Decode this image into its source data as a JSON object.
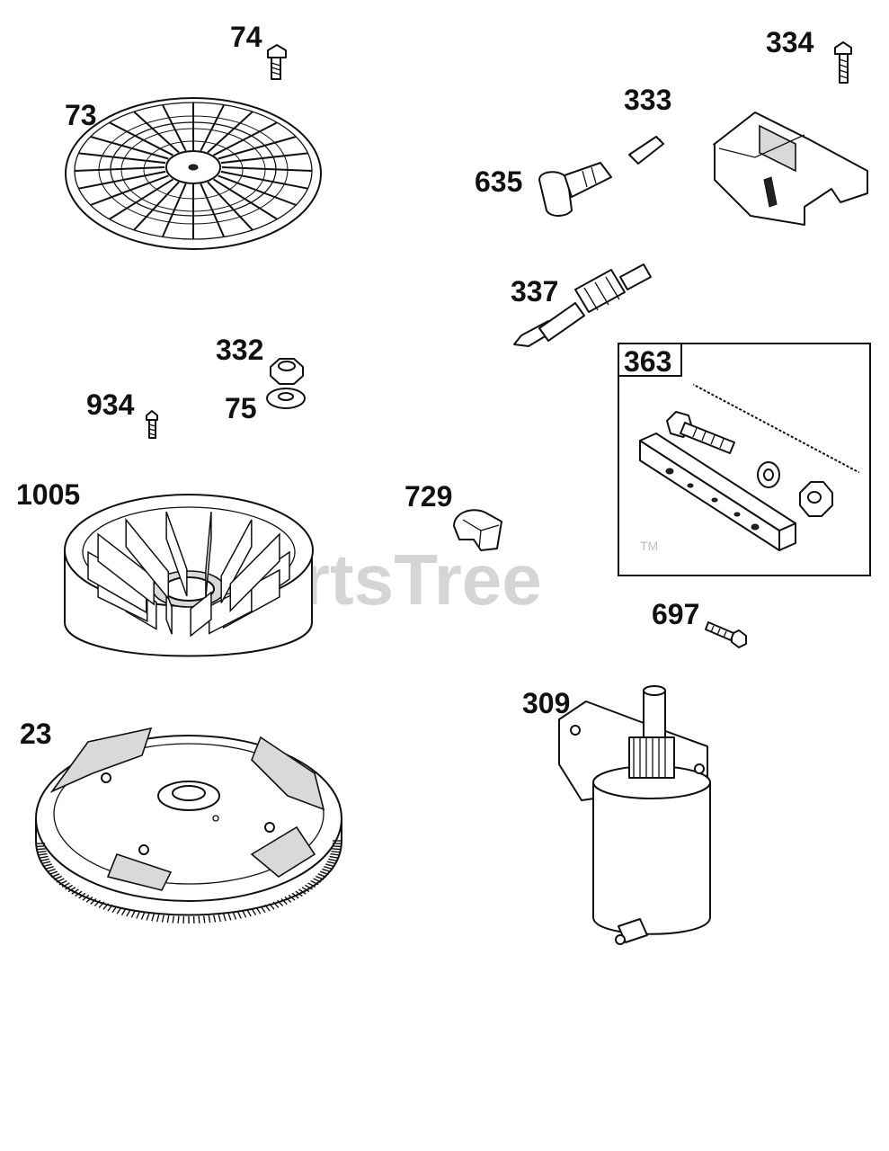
{
  "diagram": {
    "parts": [
      {
        "id": "p74",
        "number": "74",
        "icon": "bolt-icon"
      },
      {
        "id": "p73",
        "number": "73",
        "icon": "rotating-screen-icon"
      },
      {
        "id": "p332",
        "number": "332",
        "icon": "hex-nut-icon"
      },
      {
        "id": "p934",
        "number": "934",
        "icon": "screw-icon"
      },
      {
        "id": "p75",
        "number": "75",
        "icon": "washer-icon"
      },
      {
        "id": "p1005",
        "number": "1005",
        "icon": "fan-icon"
      },
      {
        "id": "p23",
        "number": "23",
        "icon": "flywheel-icon"
      },
      {
        "id": "p334",
        "number": "334",
        "icon": "bolt-icon"
      },
      {
        "id": "p333",
        "number": "333",
        "icon": "ignition-armature-icon"
      },
      {
        "id": "p635",
        "number": "635",
        "icon": "spark-plug-boot-icon"
      },
      {
        "id": "p337",
        "number": "337",
        "icon": "spark-plug-icon"
      },
      {
        "id": "p363",
        "number": "363",
        "icon": "flywheel-puller-kit-icon"
      },
      {
        "id": "p729",
        "number": "729",
        "icon": "clip-icon"
      },
      {
        "id": "p697",
        "number": "697",
        "icon": "screw-icon"
      },
      {
        "id": "p309",
        "number": "309",
        "icon": "starter-motor-icon"
      }
    ]
  },
  "watermark": {
    "text": "PartsTree",
    "trademark": "TM"
  },
  "colors": {
    "line": "#111111",
    "watermark": "#c8c8c8",
    "background": "#ffffff"
  }
}
